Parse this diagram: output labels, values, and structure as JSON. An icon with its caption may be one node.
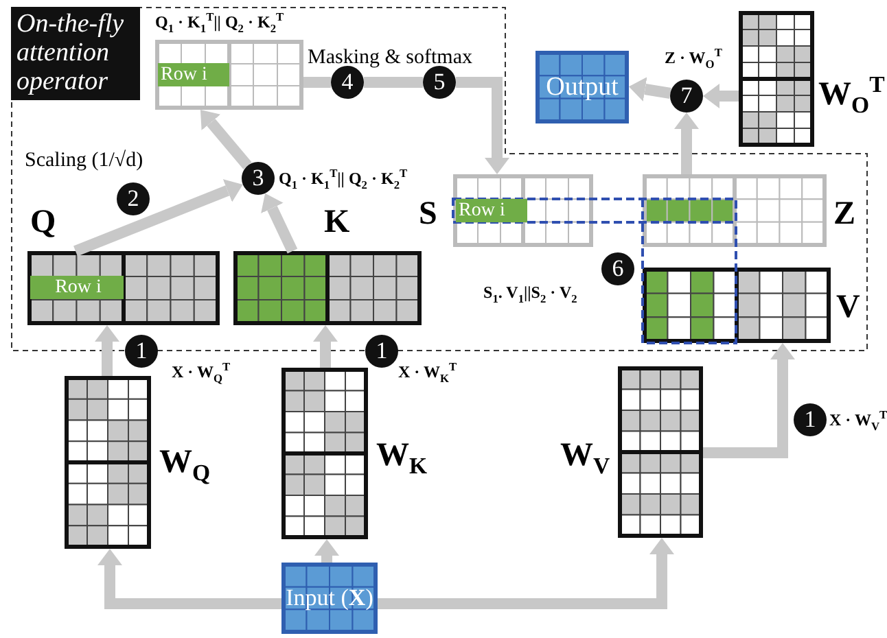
{
  "diagram": {
    "nodes": [
      {
        "text": [
          "On-the-fly attention operator"
        ]
      },
      {
        "text": [
          "Q$_{1}$ · K$_{1}$$^{T}$|| Q$_{2}$ · K$_{2}$$^{T}$",
          "Row i"
        ],
        "in": 0
      },
      {
        "text": [
          "Q",
          "Row i"
        ],
        "in": 0
      },
      {
        "text": [
          "K"
        ],
        "in": 0
      },
      {
        "text": [
          "3"
        ],
        "beside": [
          "Q$_{1}$ · K$_{1}$$^{T}$|| Q$_{2}$ · K$_{2}$$^{T}$"
        ],
        "in": 0
      },
      {
        "text": [
          "S",
          "Row i"
        ],
        "in": 0
      },
      {
        "text": [
          "Z"
        ],
        "in": 0
      },
      {
        "text": [
          "V"
        ],
        "in": 0
      },
      {
        "text": [
          "Output"
        ]
      },
      {
        "text": [
          "7"
        ],
        "beside": [
          "Z · W$_{O}$$^{T}$"
        ]
      },
      {
        "text": [
          "W$_{O}$$^{T}$"
        ]
      },
      {
        "text": [
          "W$_{Q}$"
        ]
      },
      {
        "text": [
          "W$_{K}$"
        ]
      },
      {
        "text": [
          "W$_{V}$"
        ]
      },
      {
        "text": [
          "Input (**X**)"
        ]
      },
      {
        "text": [
          "2"
        ],
        "beside": [
          "Scaling (1/√d)"
        ],
        "in": 0
      },
      {
        "text": [
          "4"
        ],
        "in": 0
      },
      {
        "text": [
          "5"
        ],
        "in": 0
      },
      {
        "text": [
          "6"
        ],
        "beside": [
          "S$_{1}$. V$_{1}$||S$_{2}$ · V$_{2}$"
        ],
        "in": 0
      },
      {
        "text": [
          "1"
        ],
        "beside": [
          "X · W$_{Q}$$^{T}$"
        ]
      },
      {
        "text": [
          "1"
        ],
        "beside": [
          "X · W$_{K}$$^{T}$"
        ]
      },
      {
        "text": [
          "1"
        ],
        "beside": [
          "X · W$_{V}$$^{T}$"
        ]
      }
    ],
    "edges": [
      {
        "from": 2,
        "to": 4,
        "arrow": "to"
      },
      {
        "from": 3,
        "to": 4,
        "arrow": "to"
      },
      {
        "from": 4,
        "to": 1,
        "arrow": "to"
      },
      {
        "from": 1,
        "to": 16,
        "arrow": "none"
      },
      {
        "from": 6,
        "to": 9,
        "arrow": "to"
      },
      {
        "from": 10,
        "to": 9,
        "arrow": "to"
      },
      {
        "from": 9,
        "to": 8,
        "arrow": "to"
      },
      {
        "from": 14,
        "to": 11,
        "arrow": "to"
      },
      {
        "from": 14,
        "to": 12,
        "arrow": "to"
      },
      {
        "from": 14,
        "to": 13,
        "arrow": "to"
      },
      {
        "from": 11,
        "to": 2,
        "arrow": "to"
      },
      {
        "from": 12,
        "to": 3,
        "arrow": "to"
      },
      {
        "from": 13,
        "to": 7,
        "arrow": "to"
      },
      {
        "from": 16,
        "to": 17,
        "arrow": "none"
      },
      {
        "from": 17,
        "to": 5,
        "arrow": "to"
      }
    ],
    "labels": [
      "Masking & softmax"
    ]
  }
}
